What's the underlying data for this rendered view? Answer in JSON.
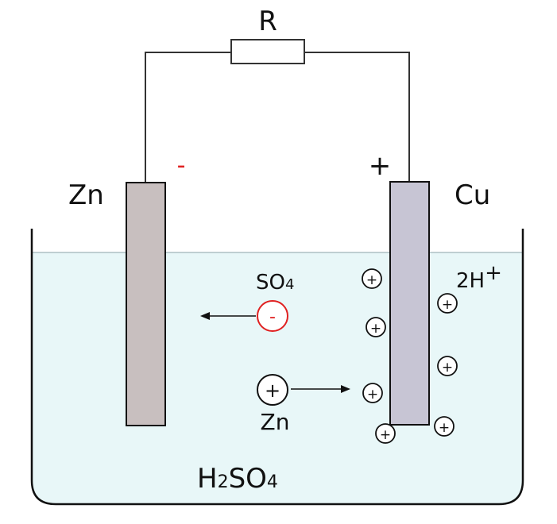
{
  "labels": {
    "resistor": "R",
    "anode": "Zn",
    "cathode": "Cu",
    "negative_terminal": "-",
    "positive_terminal": "+",
    "sulfate_ion": "SO",
    "sulfate_sub": "4",
    "sulfate_charge": "-",
    "hydrogen_ions": "2H",
    "hydrogen_charge": "+",
    "zinc_ion_charge": "+",
    "zinc_ion": "Zn",
    "electrolyte_h": "H",
    "electrolyte_sub2": "2",
    "electrolyte_so": "SO",
    "electrolyte_sub4": "4",
    "hydrogen_ion_mark": "+"
  },
  "colors": {
    "electrolyte": "#e8f7f8",
    "zinc_electrode": "#c8bfbf",
    "copper_electrode": "#c7c5d4",
    "negative": "#e02020",
    "wire": "#333333"
  }
}
